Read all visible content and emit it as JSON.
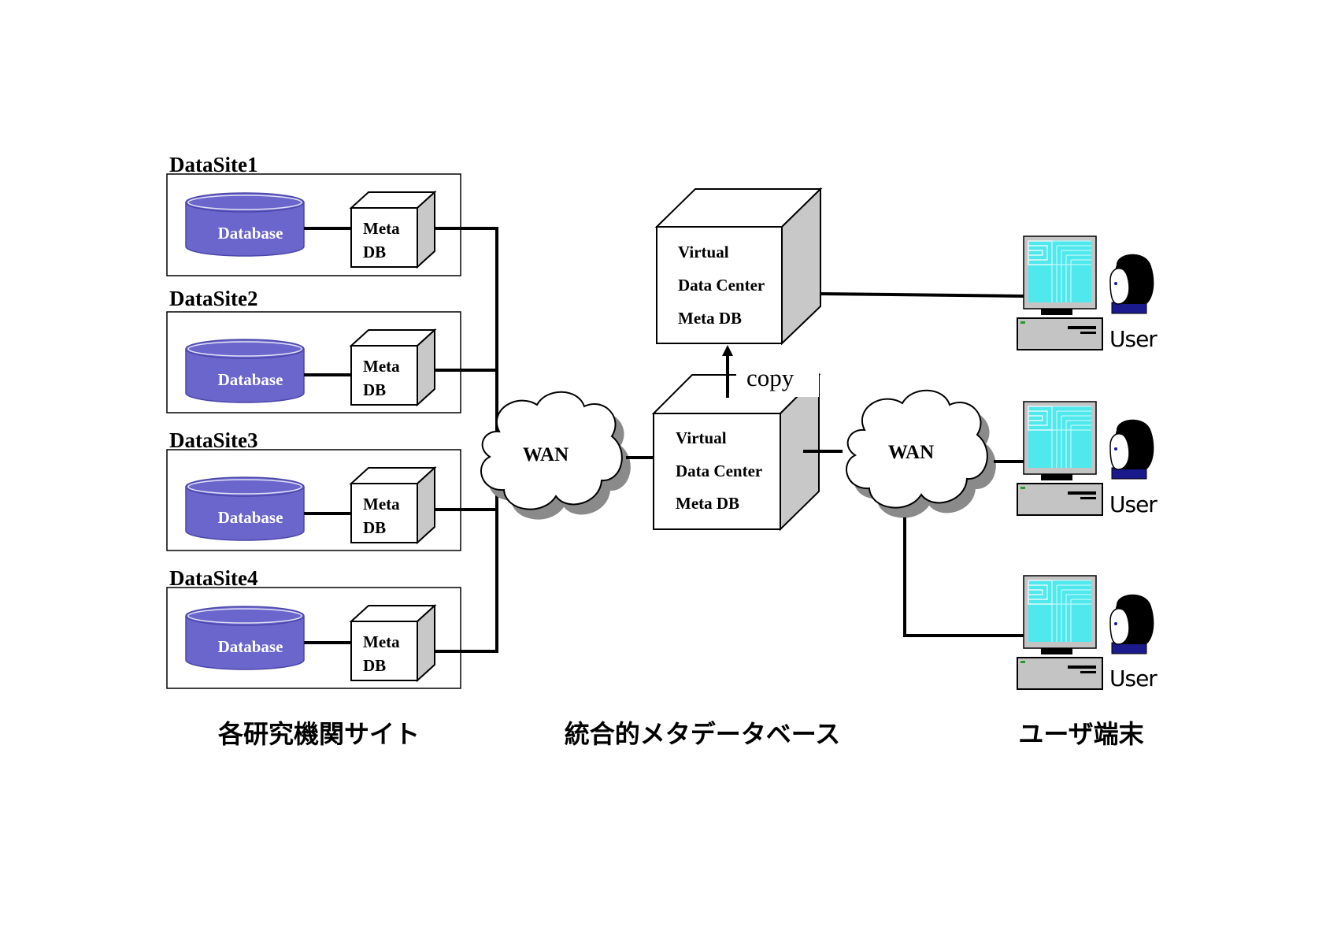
{
  "datasites": [
    {
      "name": "DataSite1",
      "database_label": "Database",
      "meta_line1": "Meta",
      "meta_line2": "DB"
    },
    {
      "name": "DataSite2",
      "database_label": "Database",
      "meta_line1": "Meta",
      "meta_line2": "DB"
    },
    {
      "name": "DataSite3",
      "database_label": "Database",
      "meta_line1": "Meta",
      "meta_line2": "DB"
    },
    {
      "name": "DataSite4",
      "database_label": "Database",
      "meta_line1": "Meta",
      "meta_line2": "DB"
    }
  ],
  "wan_left": "WAN",
  "wan_right": "WAN",
  "vdc_top": {
    "line1": "Virtual",
    "line2": "Data Center",
    "line3": "Meta DB"
  },
  "vdc_bottom": {
    "line1": "Virtual",
    "line2": "Data Center",
    "line3": "Meta DB"
  },
  "copy_label": "copy",
  "users": [
    {
      "label": "User"
    },
    {
      "label": "User"
    },
    {
      "label": "User"
    }
  ],
  "bottom_labels": {
    "left": "各研究機関サイト",
    "center": "統合的メタデータベース",
    "right": "ユーザ端末"
  },
  "colors": {
    "database_fill": "#6b66cc",
    "screen_fill": "#4fe8ec",
    "computer_gray": "#c4c4c4",
    "cube_side": "#c8c8c8",
    "cloud_shadow": "#8a8a8a"
  }
}
